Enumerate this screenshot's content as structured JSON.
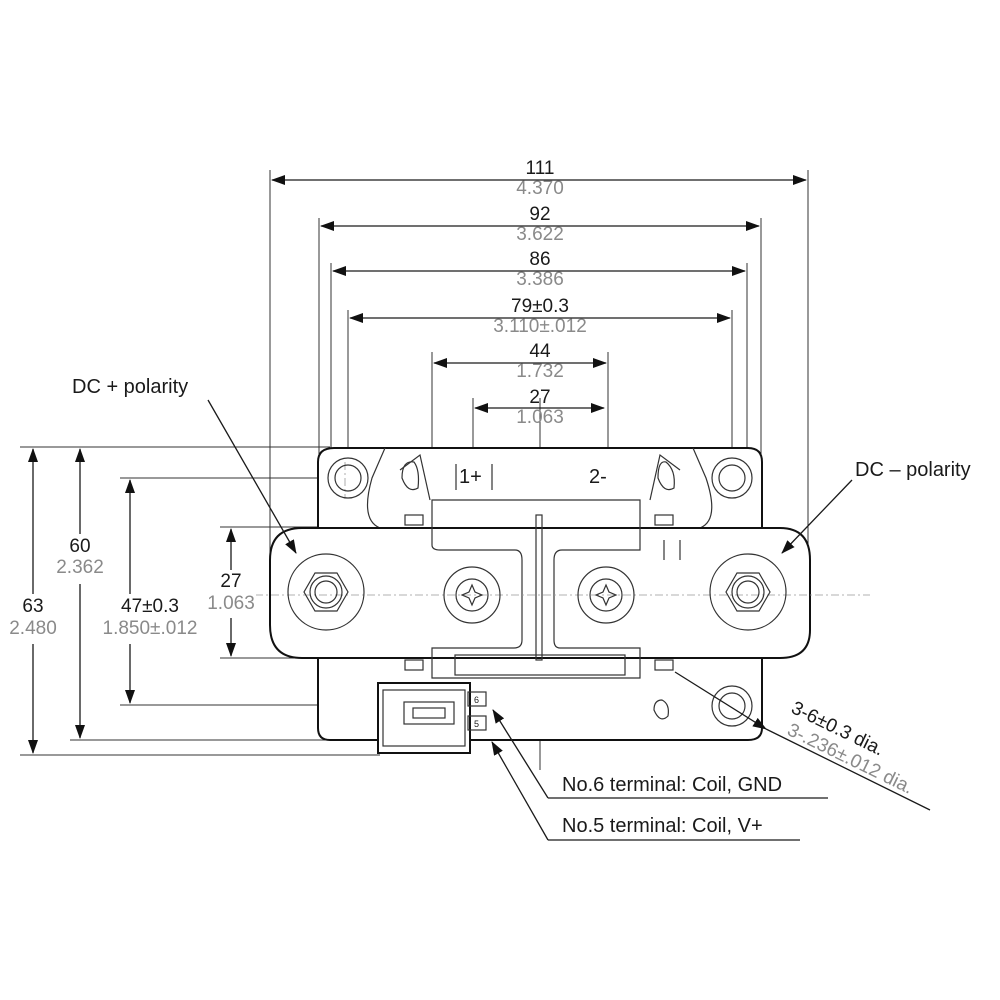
{
  "dimensions": {
    "overall_width": {
      "mm": "111",
      "in": "4.370"
    },
    "inner_width": {
      "mm": "92",
      "in": "3.622"
    },
    "bar_width": {
      "mm": "86",
      "in": "3.386"
    },
    "mount_hole_spacing": {
      "mm": "79±0.3",
      "in": "3.110±.012"
    },
    "terminal_spacing": {
      "mm": "44",
      "in": "1.732"
    },
    "stud_spacing": {
      "mm": "27",
      "in": "1.063"
    },
    "overall_height": {
      "mm": "63",
      "in": "2.480"
    },
    "body_height": {
      "mm": "60",
      "in": "2.362"
    },
    "hole_height": {
      "mm": "47±0.3",
      "in": "1.850±.012"
    },
    "bar_height": {
      "mm": "27",
      "in": "1.063"
    },
    "hole_dia": {
      "mm": "3-6±0.3 dia.",
      "in": "3-.236±.012 dia."
    }
  },
  "labels": {
    "dc_plus": "DC + polarity",
    "dc_minus": "DC – polarity",
    "no6": "No.6 terminal: Coil, GND",
    "no5": "No.5 terminal: Coil, V+",
    "term_plus": "1+",
    "term_minus": "2-",
    "pin6": "6",
    "pin5": "5"
  },
  "colors": {
    "line": "#1a1a1a",
    "inch_text": "#8a8a8a"
  }
}
